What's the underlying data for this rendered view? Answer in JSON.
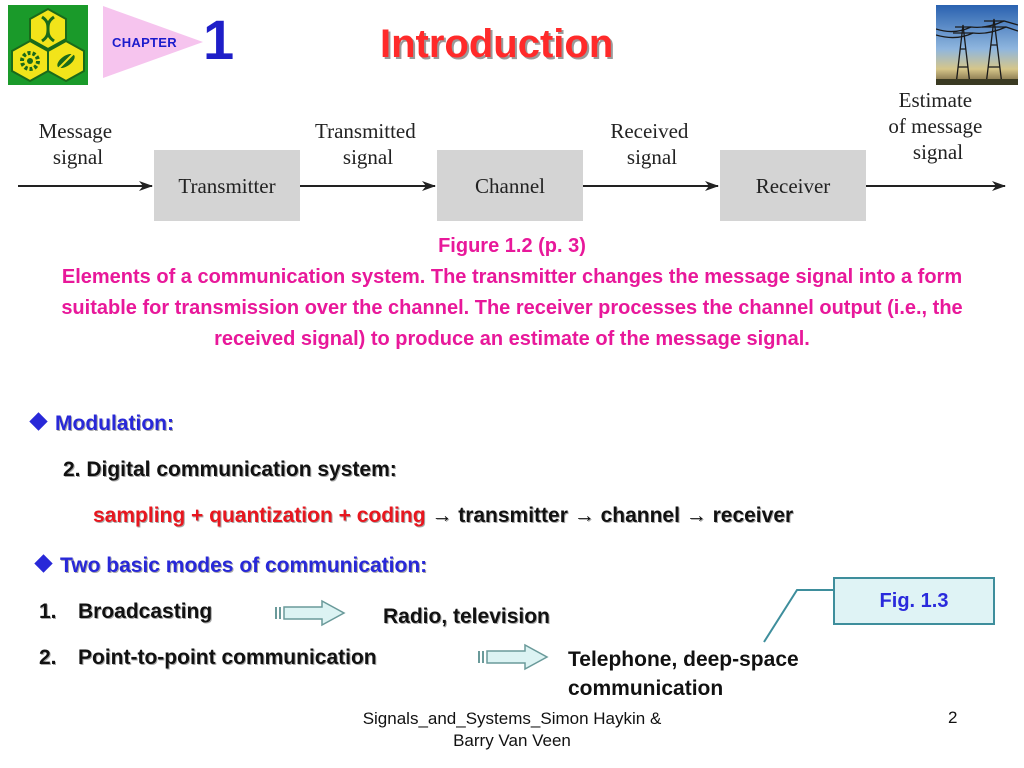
{
  "header": {
    "chapter_label": "CHAPTER",
    "chapter_number": "1",
    "title": "Introduction",
    "logo_icon": "university-logo-icon",
    "photo_icon": "power-lines-photo"
  },
  "diagram": {
    "input_label": [
      "Message",
      "signal"
    ],
    "transmitted_label": [
      "Transmitted",
      "signal"
    ],
    "received_label": [
      "Received",
      "signal"
    ],
    "output_label": [
      "Estimate",
      "of message",
      "signal"
    ],
    "blocks": [
      "Transmitter",
      "Channel",
      "Receiver"
    ]
  },
  "caption": {
    "figure": "Figure 1.2  (p. 3)",
    "text": "Elements of a communication system.  The transmitter changes the message signal into a form suitable for transmission over the channel.  The receiver processes the channel output (i.e., the received signal) to produce an estimate of the message signal."
  },
  "modulation": {
    "heading": "Modulation:",
    "sub_item": "2. Digital communication system:",
    "chain_red": "sampling + quantization + coding",
    "chain_rest": " → transmitter → channel → receiver"
  },
  "modes": {
    "heading": "Two basic modes of communication:",
    "items": [
      {
        "num": "1.",
        "label": "Broadcasting",
        "result": "Radio, television"
      },
      {
        "num": "2.",
        "label": "Point-to-point communication",
        "result": "Telephone, deep-space communication"
      }
    ],
    "fig_ref": "Fig. 1.3"
  },
  "footer": {
    "source": "Signals_and_Systems_Simon Haykin & Barry Van Veen",
    "page": "2"
  },
  "colors": {
    "title": "#ff2a2a",
    "chapter": "#1e1ec8",
    "caption": "#e8189a",
    "bullet": "#2828d8",
    "block_fill": "#d4d4d4"
  }
}
